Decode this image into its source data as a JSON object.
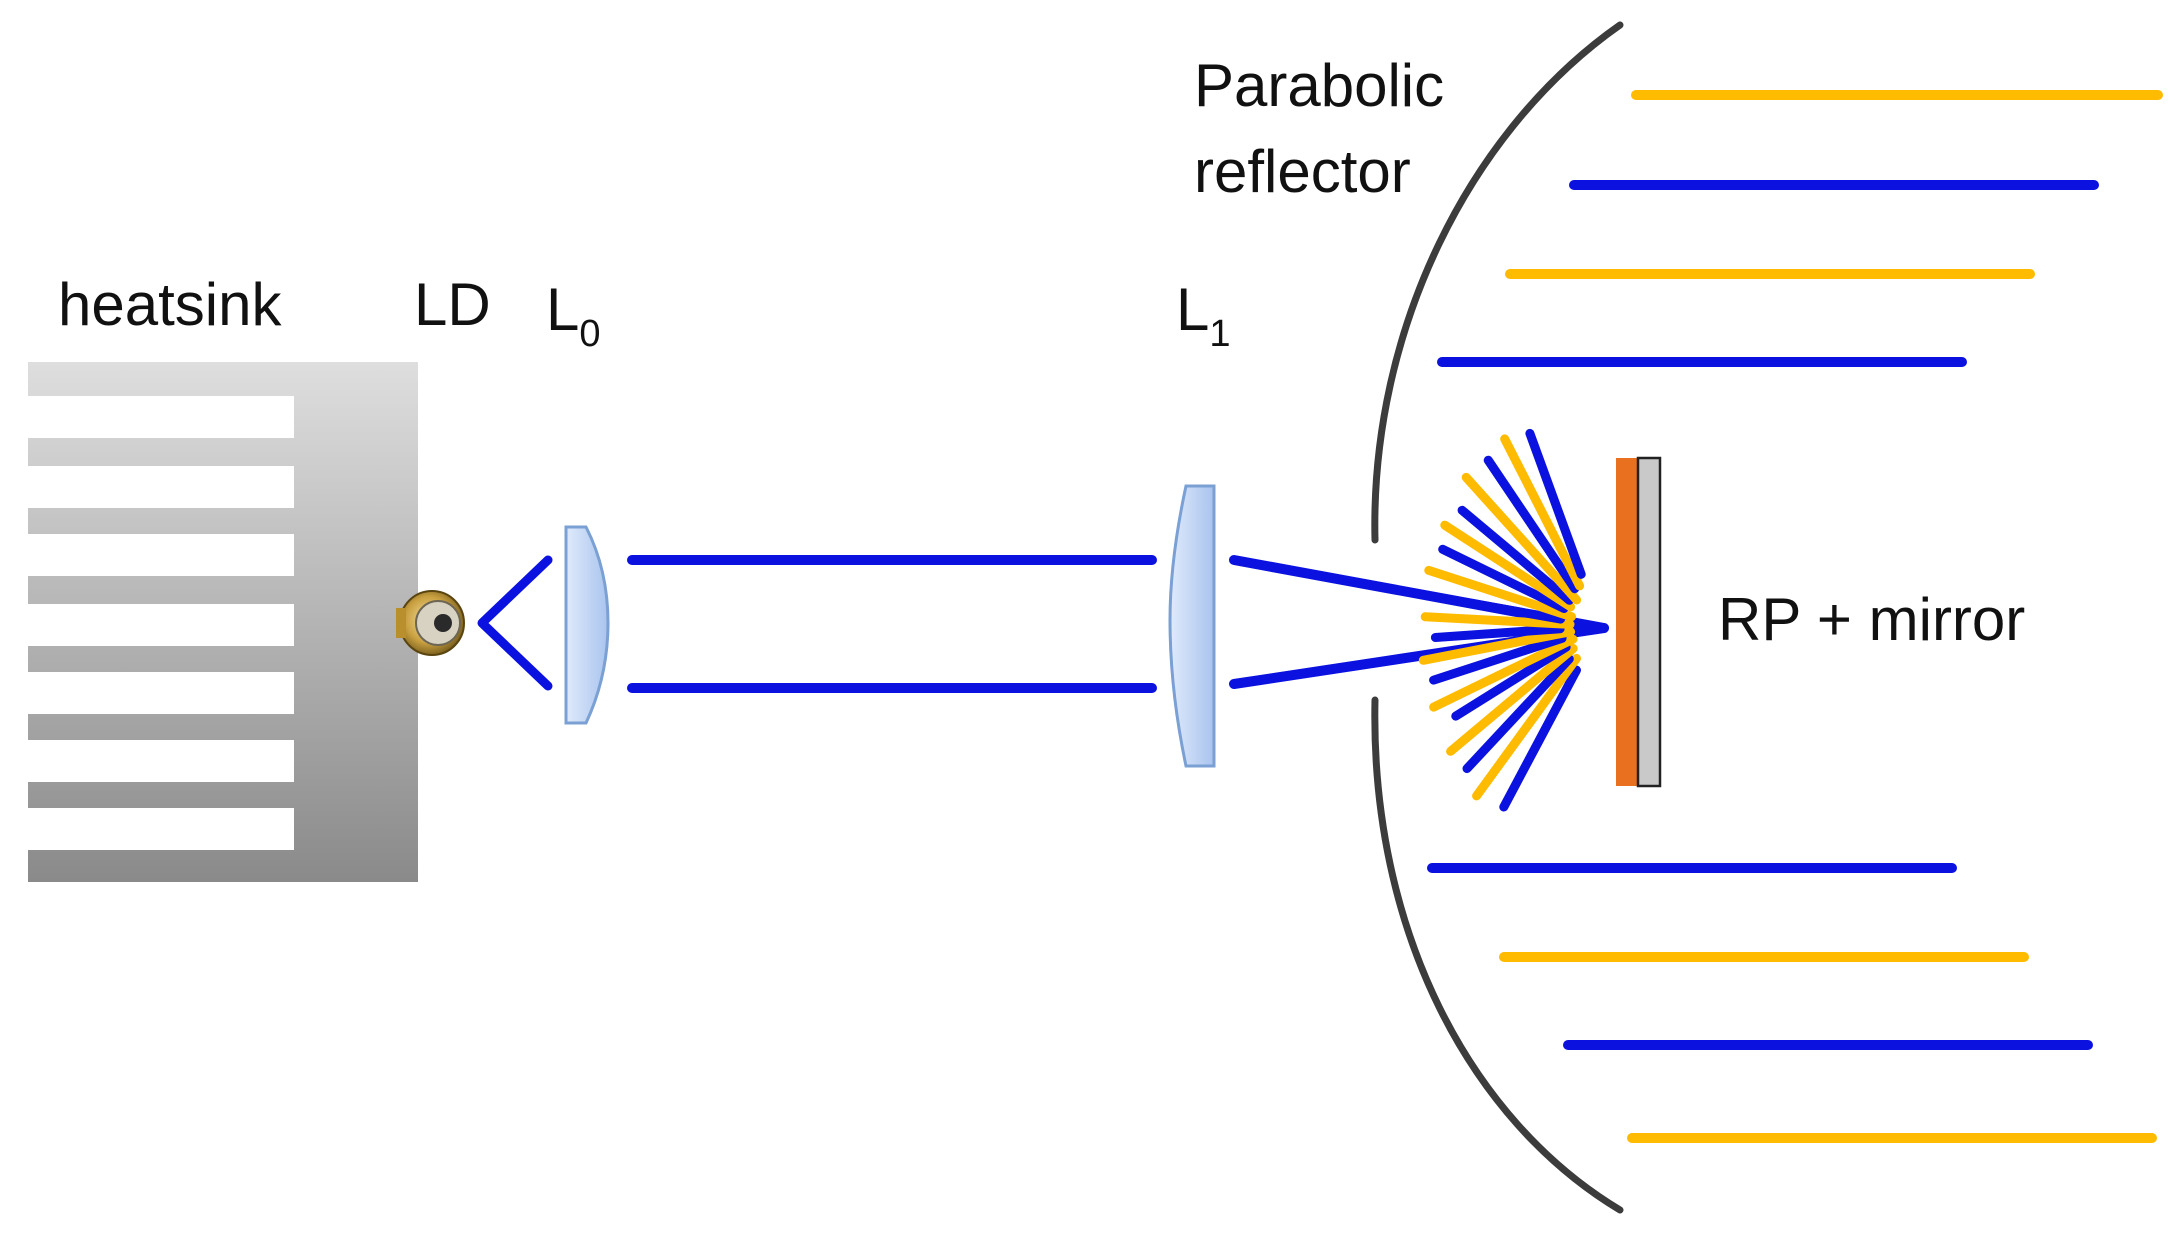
{
  "labels": {
    "heatsink": "heatsink",
    "ld": "LD",
    "l0_main": "L",
    "l0_sub": "0",
    "l1_main": "L",
    "l1_sub": "1",
    "reflector_line1": "Parabolic",
    "reflector_line2": "reflector",
    "rp_mirror": "RP + mirror"
  },
  "colors": {
    "laser_blue": "#0b12e0",
    "phosphor_yellow": "#ffbb00",
    "reflector": "#3c3c3c",
    "lens_fill": "#bcd4f3",
    "lens_stroke": "#7aa0d4",
    "phosphor_orange": "#e8701f",
    "mirror_gray": "#c9c9c9"
  },
  "icons": {
    "laser_diode": "laser-diode-icon",
    "heatsink": "heatsink-icon"
  }
}
